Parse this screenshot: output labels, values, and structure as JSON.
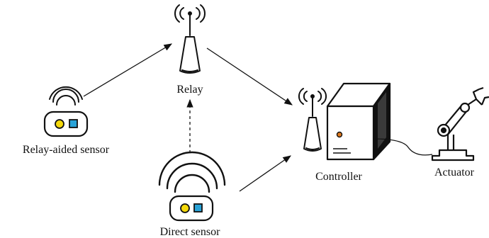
{
  "labels": {
    "relay": "Relay",
    "relay_aided_sensor": "Relay-aided sensor",
    "direct_sensor": "Direct sensor",
    "controller": "Controller",
    "actuator": "Actuator"
  },
  "colors": {
    "stroke": "#111111",
    "sensor_dot": "#f5d90a",
    "sensor_square": "#29a3d8",
    "led": "#e07a1f"
  },
  "icons": [
    "antenna-tower-icon",
    "wifi-signal-icon",
    "sensor-icon",
    "server-icon",
    "robot-arm-icon"
  ]
}
